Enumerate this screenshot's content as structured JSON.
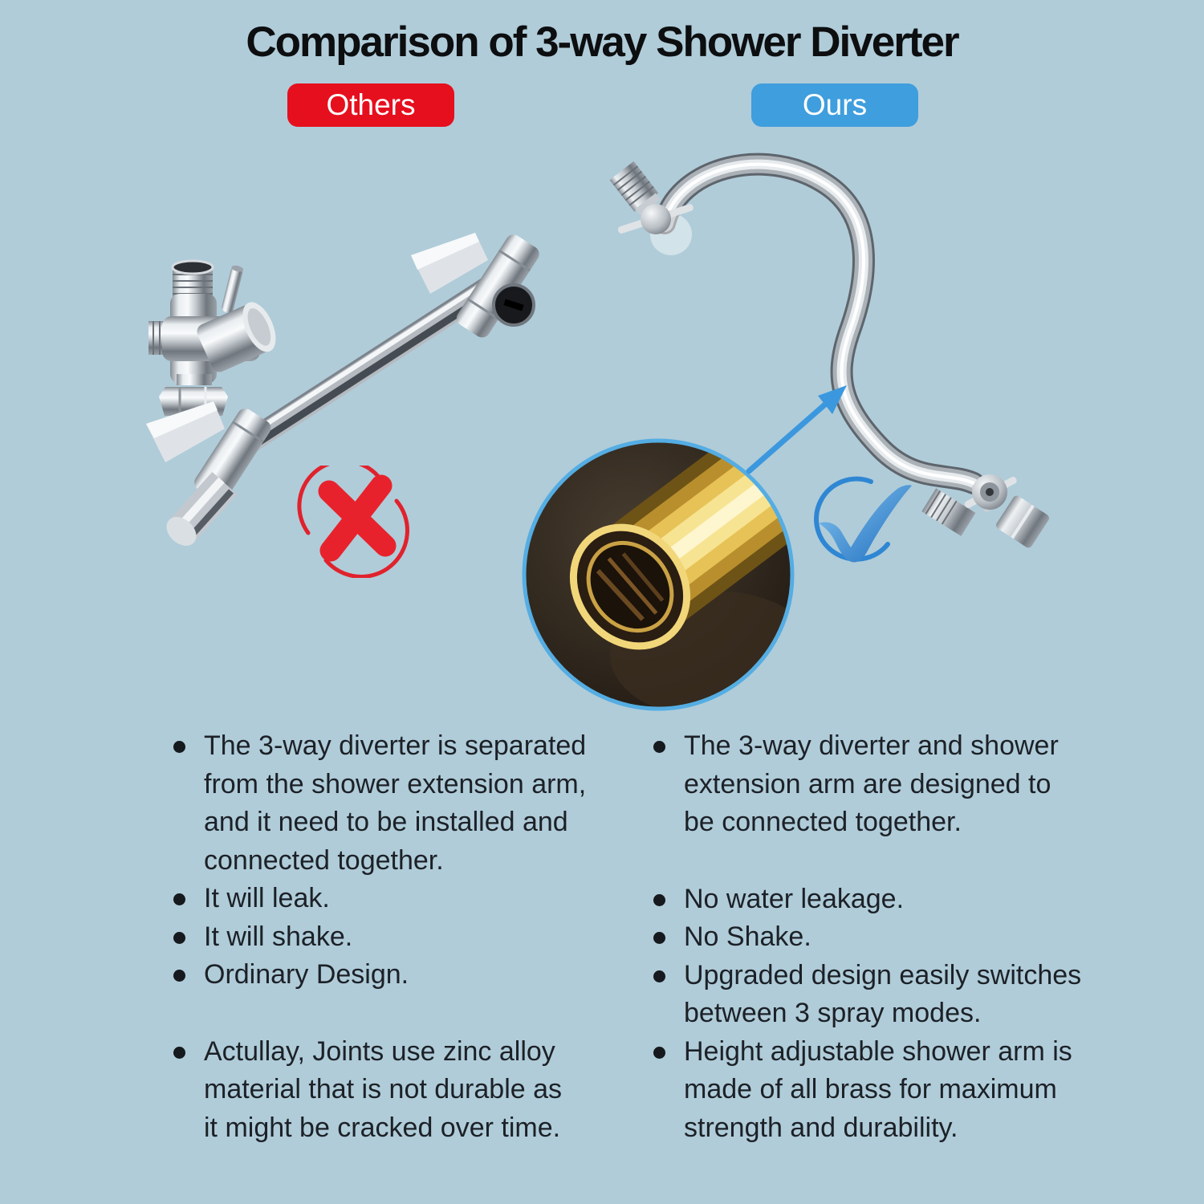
{
  "title": "Comparison of 3-way Shower Diverter",
  "badges": {
    "others": "Others",
    "ours": "Ours"
  },
  "others_column": {
    "bullets": [
      "The 3-way diverter is separated\nfrom the shower extension arm,\nand it need to be installed and\nconnected together.",
      "It will leak.",
      "It will shake.",
      "Ordinary Design.",
      "Actullay, Joints use zinc alloy\nmaterial that is not durable as\nit might be cracked over time."
    ],
    "verdict_icon": "x-mark"
  },
  "ours_column": {
    "bullets": [
      "The 3-way diverter and shower\nextension arm are designed to\nbe connected together.",
      "No water leakage.",
      "No Shake.",
      "Upgraded design easily switches\nbetween 3 spray modes.",
      "Height adjustable shower arm is\nmade of all brass for maximum\nstrength and durability."
    ],
    "verdict_icon": "check-mark"
  },
  "inset": {
    "subject": "brass pipe close-up",
    "pointer_icon": "arrow-up-right"
  },
  "colors": {
    "background": "#b0ccd9",
    "badge_red": "#e60f1e",
    "badge_blue": "#3f9edd",
    "text": "#1c2127",
    "x_red": "#e8222c",
    "check_blue": "#2f87d3",
    "arrow_blue": "#3c98de",
    "inset_border": "#54ade3"
  }
}
